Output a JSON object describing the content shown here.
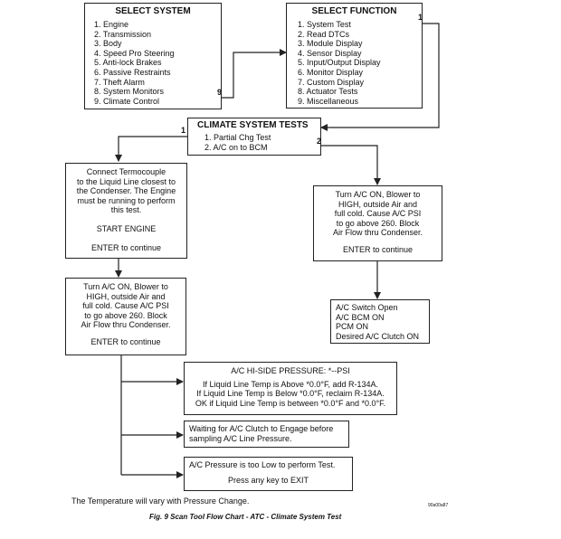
{
  "select_system": {
    "title": "SELECT SYSTEM",
    "items": [
      "1.  Engine",
      "2.  Transmission",
      "3.  Body",
      "4.  Speed Pro Steering",
      "5.  Anti-lock Brakes",
      "6.  Passive Restraints",
      "7.  Theft Alarm",
      "8.  System Monitors",
      "9.  Climate Control"
    ],
    "tag": "9"
  },
  "select_function": {
    "title": "SELECT FUNCTION",
    "items": [
      "1.  System Test",
      "2.  Read DTCs",
      "3.  Module Display",
      "4.  Sensor Display",
      "5.  Input/Output Display",
      "6.  Monitor Display",
      "7.  Custom Display",
      "8.  Actuator Tests",
      "9.  Miscellaneous"
    ],
    "tag": "1"
  },
  "climate_tests": {
    "title": "CLIMATE SYSTEM TESTS",
    "items": [
      "1.  Partial Chg Test",
      "2.  A/C on to BCM"
    ],
    "tag_left": "1",
    "tag_right": "2"
  },
  "connect_box": {
    "lines": [
      "Connect Termocouple",
      "to the Liquid Line closest to",
      "the Condenser.  The Engine",
      "must be running to perform",
      "this test."
    ],
    "start": "START ENGINE",
    "enter": "ENTER to continue"
  },
  "turn_on_right": {
    "lines": [
      "Turn A/C ON, Blower to",
      "HIGH, outside Air and",
      "full cold.  Cause A/C PSI",
      "to go above 260.  Block",
      "Air Flow thru Condenser."
    ],
    "enter": "ENTER to continue"
  },
  "switch_box": {
    "lines": [
      "A/C Switch Open",
      "A/C BCM ON",
      "PCM ON",
      "Desired A/C Clutch ON"
    ]
  },
  "turn_on_left": {
    "lines": [
      "Turn A/C ON, Blower to",
      "HIGH, outside Air and",
      "full cold.  Cause A/C PSI",
      "to go above 260.  Block",
      "Air Flow thru Condenser."
    ],
    "enter": "ENTER to continue"
  },
  "pressure_box": {
    "title": "A/C HI-SIDE PRESSURE:  *--PSI",
    "lines": [
      "If Liquid Line Temp is Above *0.0°F, add R-134A.",
      "If Liquid Line Temp is Below *0.0°F, reclaim R-134A.",
      "OK if Liquid Line Temp is between *0.0°F and *0.0°F."
    ]
  },
  "waiting_box": {
    "lines": [
      "Waiting for A/C Clutch to Engage before",
      "sampling A/C Line Pressure."
    ]
  },
  "low_box": {
    "line1": "A/C Pressure is too Low to perform Test.",
    "line2": "Press any key to EXIT"
  },
  "footnote": "The Temperature will vary with Pressure Change.",
  "caption": "Fig. 9 Scan Tool Flow Chart - ATC - Climate System Test",
  "figure_code": "90a00a87"
}
